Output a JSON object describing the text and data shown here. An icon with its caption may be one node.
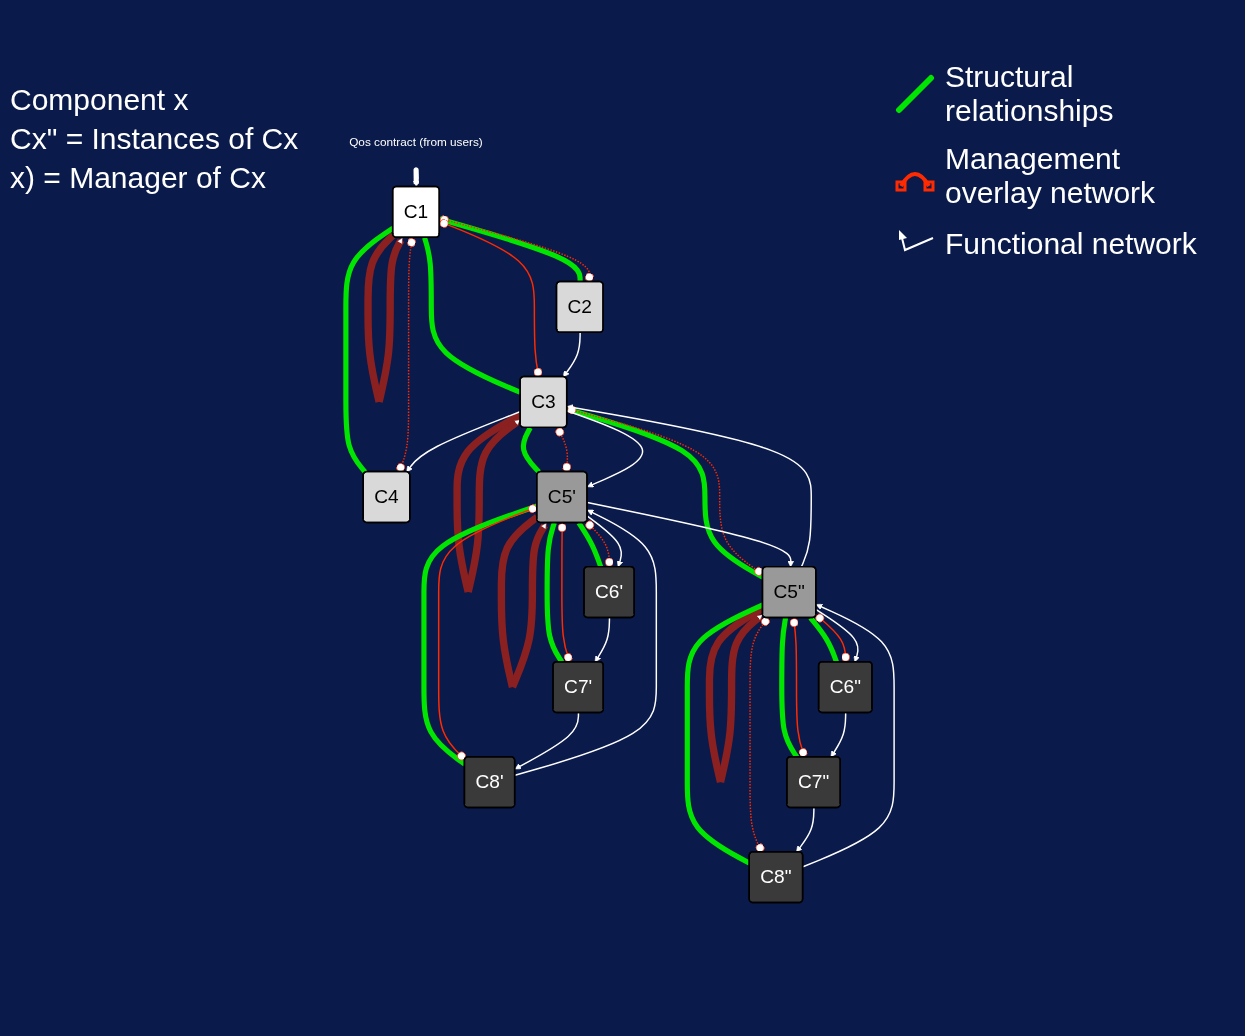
{
  "diagram": {
    "nodes": [
      {
        "text": [
          "Qos contract (from users)"
        ]
      },
      {
        "text": [
          "C1"
        ]
      },
      {
        "text": [
          "C2"
        ]
      },
      {
        "text": [
          "C3"
        ]
      },
      {
        "text": [
          "C4"
        ]
      },
      {
        "text": [
          "C5'"
        ]
      },
      {
        "text": [
          "C5\""
        ]
      },
      {
        "text": [
          "C6'"
        ]
      },
      {
        "text": [
          "C7'"
        ]
      },
      {
        "text": [
          "C8'"
        ]
      },
      {
        "text": [
          "C6\""
        ]
      },
      {
        "text": [
          "C7\""
        ]
      },
      {
        "text": [
          "C8\""
        ]
      }
    ],
    "edges": [
      {
        "from": 0,
        "to": 1,
        "arrow": "to",
        "style": "thick"
      },
      {
        "from": 1,
        "to": 1,
        "arrow": "to",
        "style": "thick",
        "color": "#8b2020"
      },
      {
        "from": 3,
        "to": 3,
        "arrow": "to",
        "style": "thick",
        "color": "#8b2020"
      },
      {
        "from": 5,
        "to": 5,
        "arrow": "to",
        "style": "thick",
        "color": "#8b2020"
      },
      {
        "from": 6,
        "to": 6,
        "arrow": "to",
        "style": "thick",
        "color": "#8b2020"
      },
      {
        "from": 1,
        "to": 2,
        "arrow": "none",
        "style": "thick",
        "color": "#00e600"
      },
      {
        "from": 1,
        "to": 3,
        "arrow": "none",
        "style": "thick",
        "color": "#00e600"
      },
      {
        "from": 1,
        "to": 4,
        "arrow": "none",
        "style": "thick",
        "color": "#00e600"
      },
      {
        "from": 3,
        "to": 5,
        "arrow": "none",
        "style": "thick",
        "color": "#00e600"
      },
      {
        "from": 3,
        "to": 6,
        "arrow": "none",
        "style": "thick",
        "color": "#00e600"
      },
      {
        "from": 5,
        "to": 7,
        "arrow": "none",
        "style": "thick",
        "color": "#00e600"
      },
      {
        "from": 5,
        "to": 8,
        "arrow": "none",
        "style": "thick",
        "color": "#00e600"
      },
      {
        "from": 5,
        "to": 9,
        "arrow": "none",
        "style": "thick",
        "color": "#00e600"
      },
      {
        "from": 6,
        "to": 10,
        "arrow": "none",
        "style": "thick",
        "color": "#00e600"
      },
      {
        "from": 6,
        "to": 11,
        "arrow": "none",
        "style": "thick",
        "color": "#00e600"
      },
      {
        "from": 6,
        "to": 12,
        "arrow": "none",
        "style": "thick",
        "color": "#00e600"
      },
      {
        "from": 1,
        "to": 2,
        "arrow": "other",
        "style": "dashed",
        "color": "#ff2a00"
      },
      {
        "from": 1,
        "to": 3,
        "arrow": "other",
        "color": "#ff2a00"
      },
      {
        "from": 1,
        "to": 4,
        "arrow": "other",
        "style": "dashed",
        "color": "#ff2a00"
      },
      {
        "from": 3,
        "to": 5,
        "arrow": "other",
        "style": "dashed",
        "color": "#ff2a00"
      },
      {
        "from": 3,
        "to": 6,
        "arrow": "other",
        "style": "dashed",
        "color": "#ff2a00"
      },
      {
        "from": 5,
        "to": 7,
        "arrow": "other",
        "style": "dashed",
        "color": "#ff2a00"
      },
      {
        "from": 5,
        "to": 8,
        "arrow": "other",
        "color": "#ff2a00"
      },
      {
        "from": 5,
        "to": 9,
        "arrow": "other",
        "color": "#ff2a00"
      },
      {
        "from": 6,
        "to": 10,
        "arrow": "other",
        "color": "#ff2a00"
      },
      {
        "from": 6,
        "to": 11,
        "arrow": "other",
        "color": "#ff2a00"
      },
      {
        "from": 6,
        "to": 12,
        "arrow": "other",
        "style": "dashed",
        "color": "#ff2a00"
      },
      {
        "from": 2,
        "to": 3,
        "arrow": "to"
      },
      {
        "from": 3,
        "to": 4,
        "arrow": "to"
      },
      {
        "from": 3,
        "to": 5,
        "arrow": "to"
      },
      {
        "from": 6,
        "to": 3,
        "arrow": "to"
      },
      {
        "from": 5,
        "to": 6,
        "arrow": "to"
      },
      {
        "from": 5,
        "to": 7,
        "arrow": "to"
      },
      {
        "from": 9,
        "to": 5,
        "arrow": "to"
      },
      {
        "from": 6,
        "to": 10,
        "arrow": "to"
      },
      {
        "from": 12,
        "to": 6,
        "arrow": "to"
      },
      {
        "from": 7,
        "to": 8,
        "arrow": "to"
      },
      {
        "from": 8,
        "to": 9,
        "arrow": "to"
      },
      {
        "from": 10,
        "to": 11,
        "arrow": "to"
      },
      {
        "from": 11,
        "to": 12,
        "arrow": "to"
      }
    ],
    "labels": [
      "Component x",
      "Cx\" = Instances of Cx",
      "x) = Manager of Cx"
    ],
    "legend": [
      {
        "text": "Structural relationships"
      },
      {
        "text": "Management overlay network"
      },
      {
        "text": "Functional network"
      }
    ]
  }
}
